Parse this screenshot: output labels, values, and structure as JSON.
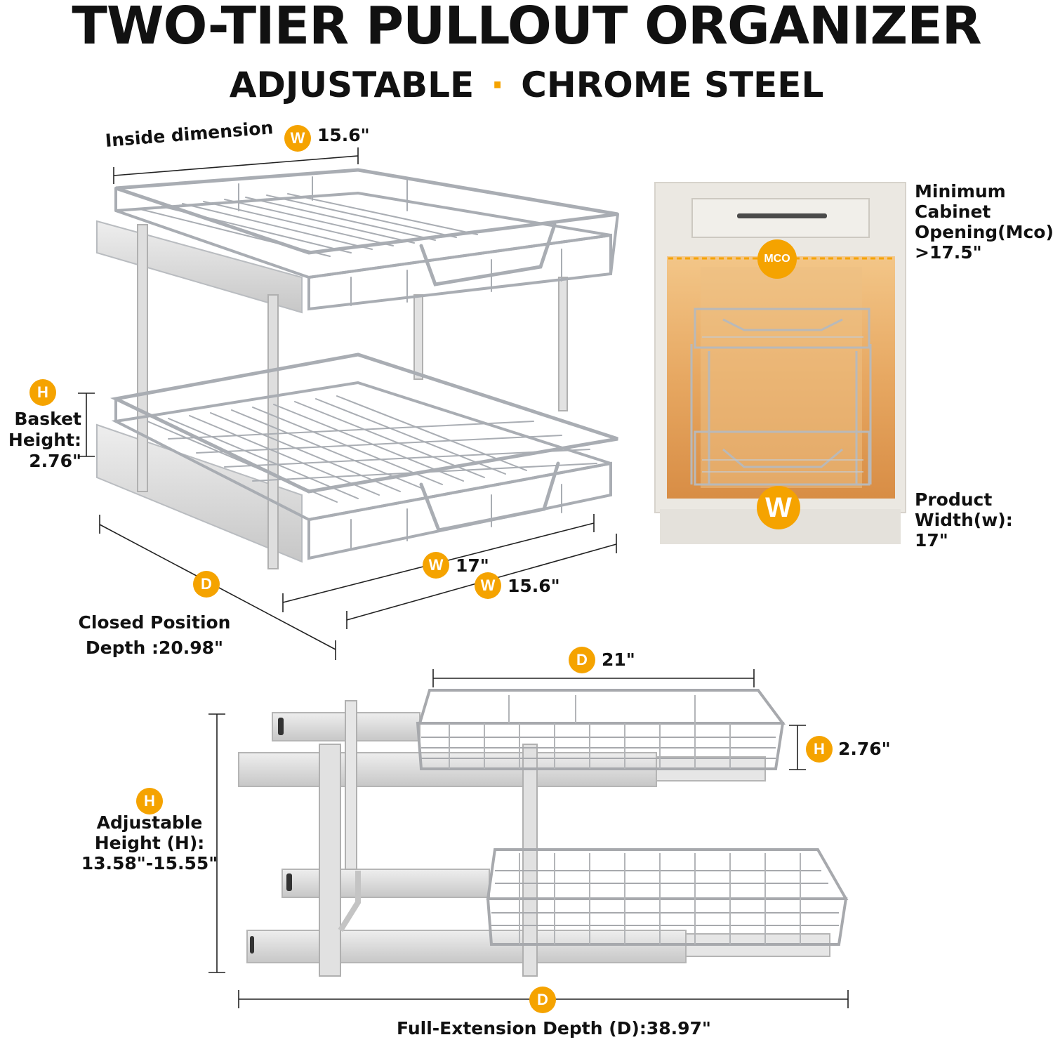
{
  "header": {
    "title": "TWO-TIER PULLOUT ORGANIZER",
    "subtitle_left": "ADJUSTABLE",
    "subtitle_dot": "·",
    "subtitle_right": "CHROME STEEL"
  },
  "colors": {
    "accent": "#f5a300",
    "text": "#111111",
    "chrome": "#c9ccd1",
    "cabinet": "#ece9e3",
    "glow": "#e8a35b"
  },
  "top_view": {
    "inside_label": "Inside dimension",
    "inside_value": "15.6\"",
    "basket_height": [
      "Basket",
      "Height:",
      "2.76\""
    ],
    "width_outer": "17\"",
    "width_inner": "15.6\"",
    "closed_depth": [
      "Closed Position",
      "Depth :20.98\""
    ]
  },
  "cabinet": {
    "mco_label": [
      "Minimum",
      "Cabinet",
      "Opening(Mco):",
      ">17.5\""
    ],
    "mco_badge": "MCO",
    "w_badge": "W",
    "product_width": [
      "Product",
      "Width(w):",
      "17\""
    ]
  },
  "extended_view": {
    "depth_top": "21\"",
    "basket_height": "2.76\"",
    "adjustable_height": [
      "Adjustable",
      "Height (H):",
      "13.58\"-15.55\""
    ],
    "full_depth": "Full-Extension Depth (D):38.97\""
  },
  "badges": {
    "w": "W",
    "h": "H",
    "d": "D"
  }
}
